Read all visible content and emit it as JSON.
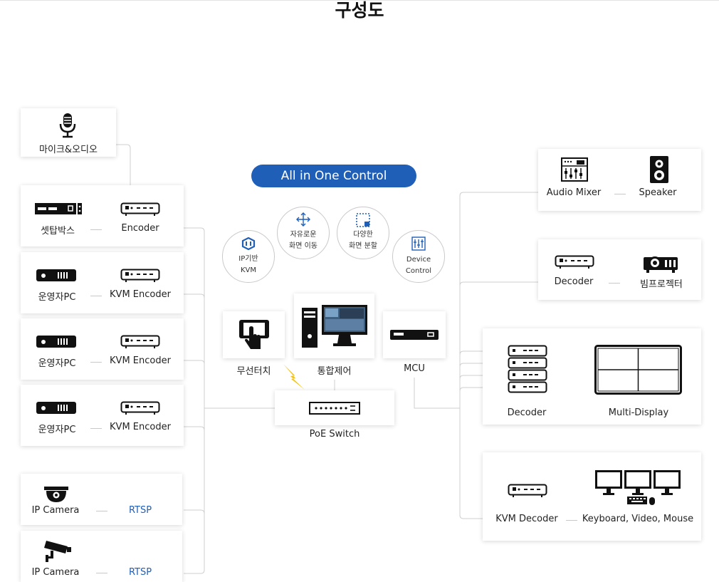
{
  "title": "구성도",
  "center": {
    "pill": "All in One Control",
    "features": [
      {
        "line1": "IP기반",
        "line2": "KVM",
        "icon": "network-icon"
      },
      {
        "line1": "자유로운",
        "line2": "화면 이동",
        "icon": "move-arrows-icon"
      },
      {
        "line1": "다양한",
        "line2": "화면 분할",
        "icon": "screen-split-icon"
      },
      {
        "line1": "Device",
        "line2": "Control",
        "icon": "control-panel-icon"
      }
    ],
    "touch_label": "무선터치",
    "integrated_label": "통합제어",
    "mcu_label": "MCU",
    "switch_label": "PoE Switch"
  },
  "left": {
    "mic_label": "마이크&오디오",
    "rows": [
      {
        "source": "셋탑박스",
        "target": "Encoder"
      },
      {
        "source": "운영자PC",
        "target": "KVM Encoder"
      },
      {
        "source": "운영자PC",
        "target": "KVM Encoder"
      },
      {
        "source": "운영자PC",
        "target": "KVM Encoder"
      },
      {
        "source": "IP Camera",
        "target": "RTSP"
      },
      {
        "source": "IP Camera",
        "target": "RTSP"
      }
    ]
  },
  "right": {
    "audio": {
      "left": "Audio Mixer",
      "right": "Speaker"
    },
    "projector": {
      "left": "Decoder",
      "right": "빔프로젝터"
    },
    "wall": {
      "left": "Decoder",
      "right": "Multi-Display"
    },
    "kvm": {
      "left": "KVM Decoder",
      "right": "Keyboard, Video, Mouse"
    }
  },
  "colors": {
    "accent": "#1f5fb8",
    "lightning": "#f3c21b",
    "line": "#c8c8c8"
  }
}
